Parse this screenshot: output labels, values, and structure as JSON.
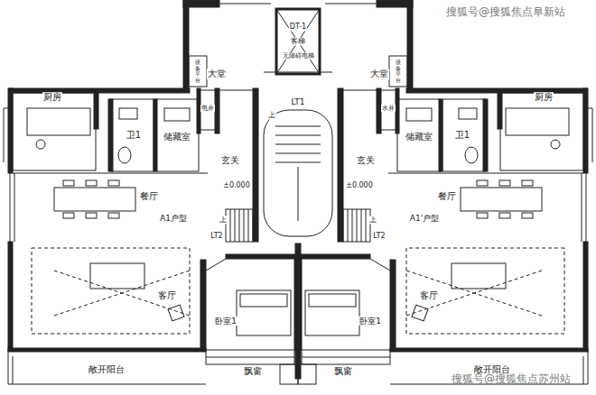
{
  "diagram": {
    "labels": [
      "搜狐号@搜狐焦点阜新站",
      "大堂",
      "大堂",
      "DT-1",
      "客梯",
      "无障碍电梯",
      "设备平台",
      "设备平台",
      "电井",
      "水井",
      "厨房",
      "卫1",
      "储藏室",
      "储藏室",
      "卫1",
      "厨房",
      "LT1",
      "上",
      "玄关",
      "玄关",
      "±0.000",
      "±0.000",
      "餐厅",
      "餐厅",
      "A1户型",
      "A1'户型",
      "上",
      "LT2",
      "上",
      "LT2",
      "客厅",
      "客厅",
      "卧室1",
      "卧室1",
      "飘窗",
      "飘窗",
      "敞开阳台",
      "敞开阳台",
      "搜狐号@搜狐焦点苏州站"
    ]
  }
}
